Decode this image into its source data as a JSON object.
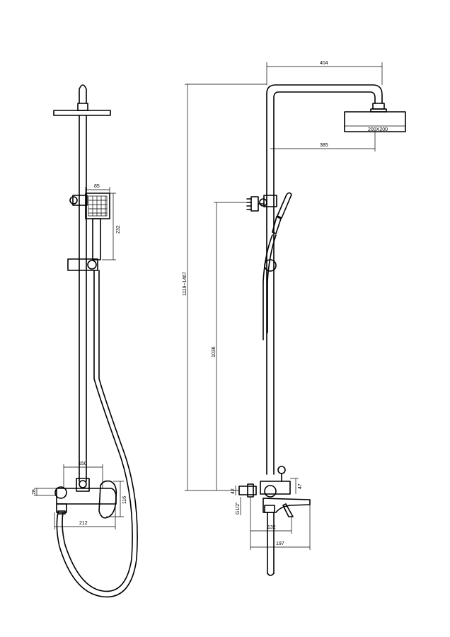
{
  "dimensions": {
    "front_head_width": "85",
    "front_head_height": "232",
    "front_mixer_width": "150",
    "front_mixer_base": "212",
    "front_left_small": "28",
    "front_mixer_height": "116",
    "side_arm_reach": "404",
    "side_head_size": "200X200",
    "side_head_offset": "385",
    "side_total_height": "1119~1467",
    "side_holder_height": "1036",
    "side_inlet_thread": "G1/2\"",
    "side_small_42": "42",
    "side_small_47": "47",
    "side_spout_132": "132",
    "side_spout_197": "197"
  }
}
